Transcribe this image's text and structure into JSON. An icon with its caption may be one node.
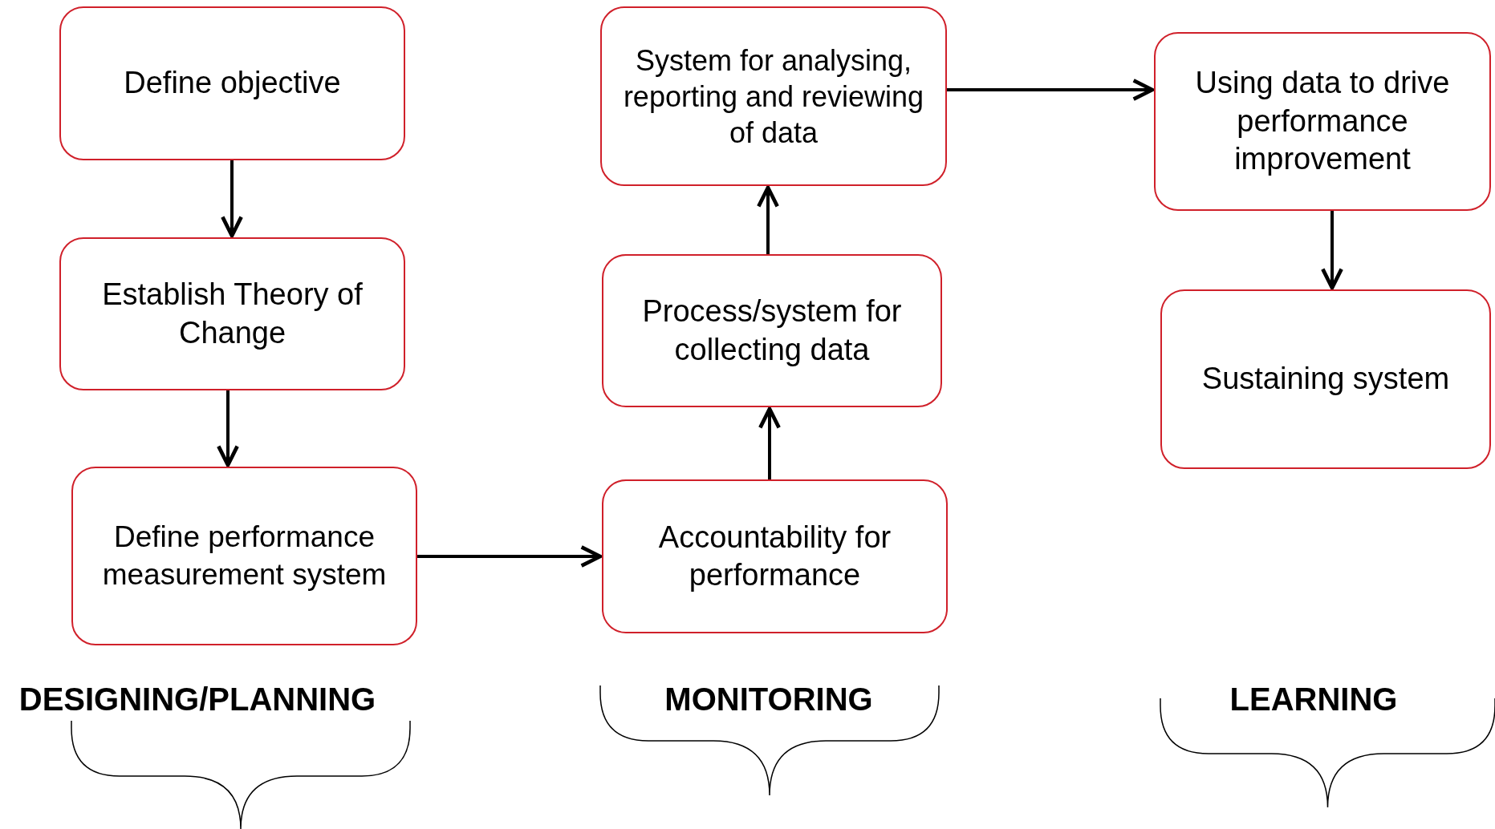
{
  "diagram": {
    "nodes": [
      {
        "text": [
          "Define objective"
        ]
      },
      {
        "text": [
          "Establish Theory of Change"
        ]
      },
      {
        "text": [
          "Define performance measurement system"
        ]
      },
      {
        "text": [
          "System for analysing, reporting and reviewing of data"
        ]
      },
      {
        "text": [
          "Process/system for collecting data"
        ]
      },
      {
        "text": [
          "Accountability for performance"
        ]
      },
      {
        "text": [
          "Using data to drive performance improvement"
        ]
      },
      {
        "text": [
          "Sustaining system"
        ]
      }
    ],
    "edges": [
      {
        "from": 0,
        "to": 1,
        "arrow": "to"
      },
      {
        "from": 1,
        "to": 2,
        "arrow": "to"
      },
      {
        "from": 2,
        "to": 5,
        "arrow": "to"
      },
      {
        "from": 5,
        "to": 4,
        "arrow": "to"
      },
      {
        "from": 4,
        "to": 3,
        "arrow": "to"
      },
      {
        "from": 3,
        "to": 6,
        "arrow": "to"
      },
      {
        "from": 6,
        "to": 7,
        "arrow": "to"
      }
    ],
    "labels": [
      "DESIGNING/PLANNING",
      "MONITORING",
      "LEARNING"
    ]
  }
}
